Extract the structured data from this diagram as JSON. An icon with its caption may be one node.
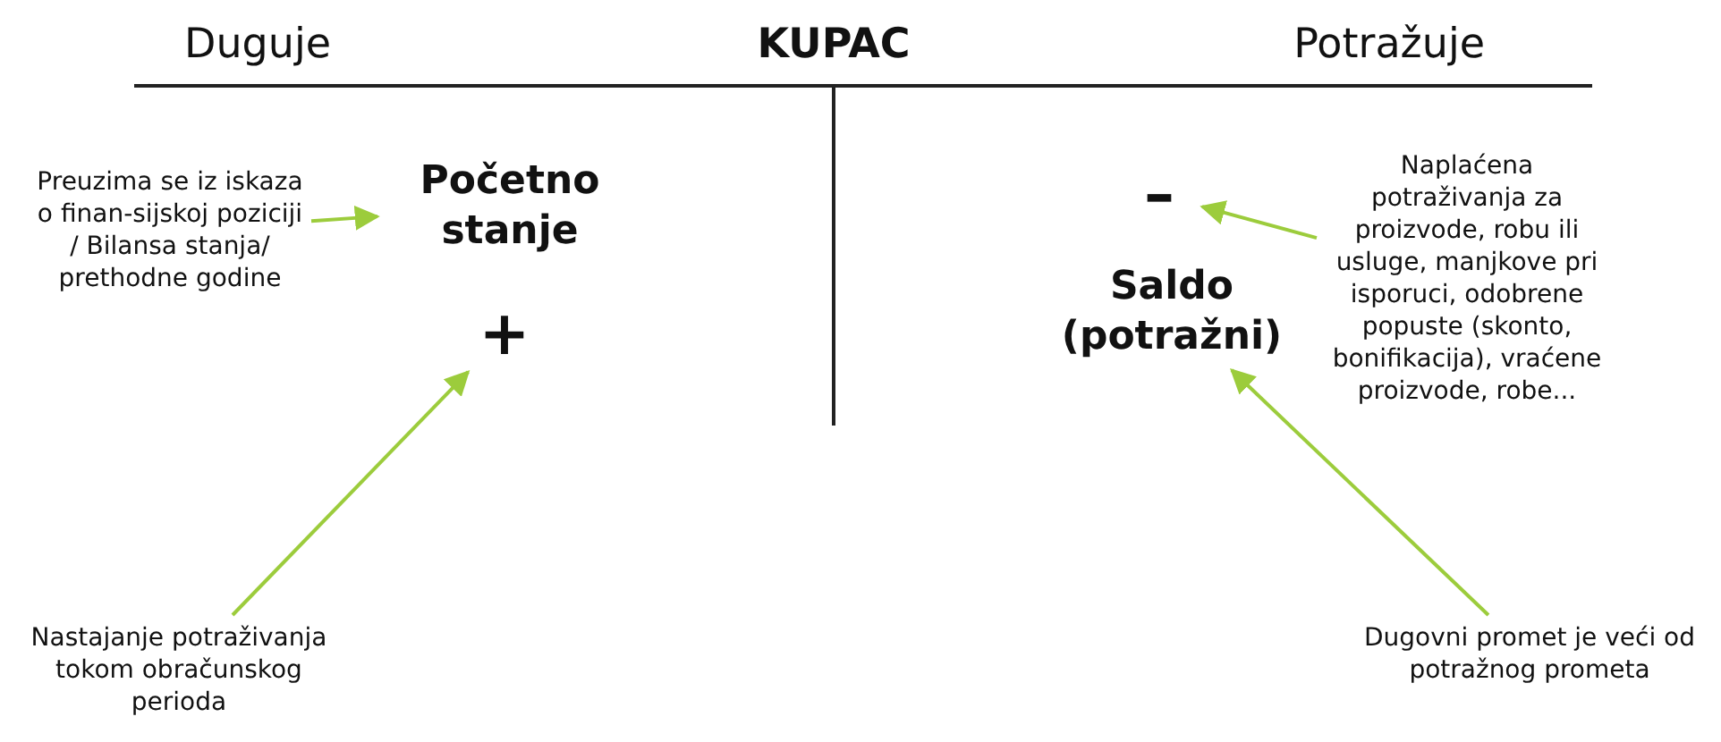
{
  "diagram": {
    "title": "KUPAC",
    "nodes": [
      {
        "text": [
          "Preuzima se iz iskaza o finan-sijskoj poziciji / Bilansa stanja/ prethodne godine"
        ]
      },
      {
        "text": [
          "Početno stanje"
        ]
      },
      {
        "text": [
          "+"
        ]
      },
      {
        "text": [
          "Nastajanje potraživanja tokom obračunskog perioda"
        ]
      },
      {
        "text": [
          "–"
        ]
      },
      {
        "text": [
          "Naplaćena potraživanja za proizvode, robu ili usluge, manjkove pri isporuci, odobrene popuste (skonto, bonifikacija), vraćene proizvode, robe..."
        ]
      },
      {
        "text": [
          "Saldo (potražni)"
        ]
      },
      {
        "text": [
          "Dugovni promet je veći od potražnog prometa"
        ]
      }
    ],
    "edges": [
      {
        "from": 0,
        "to": 1,
        "arrow": "to"
      },
      {
        "from": 3,
        "to": 2,
        "arrow": "to"
      },
      {
        "from": 5,
        "to": 4,
        "arrow": "to"
      },
      {
        "from": 7,
        "to": 6,
        "arrow": "to"
      }
    ],
    "labels": [
      "Duguje",
      "Potražuje"
    ]
  }
}
